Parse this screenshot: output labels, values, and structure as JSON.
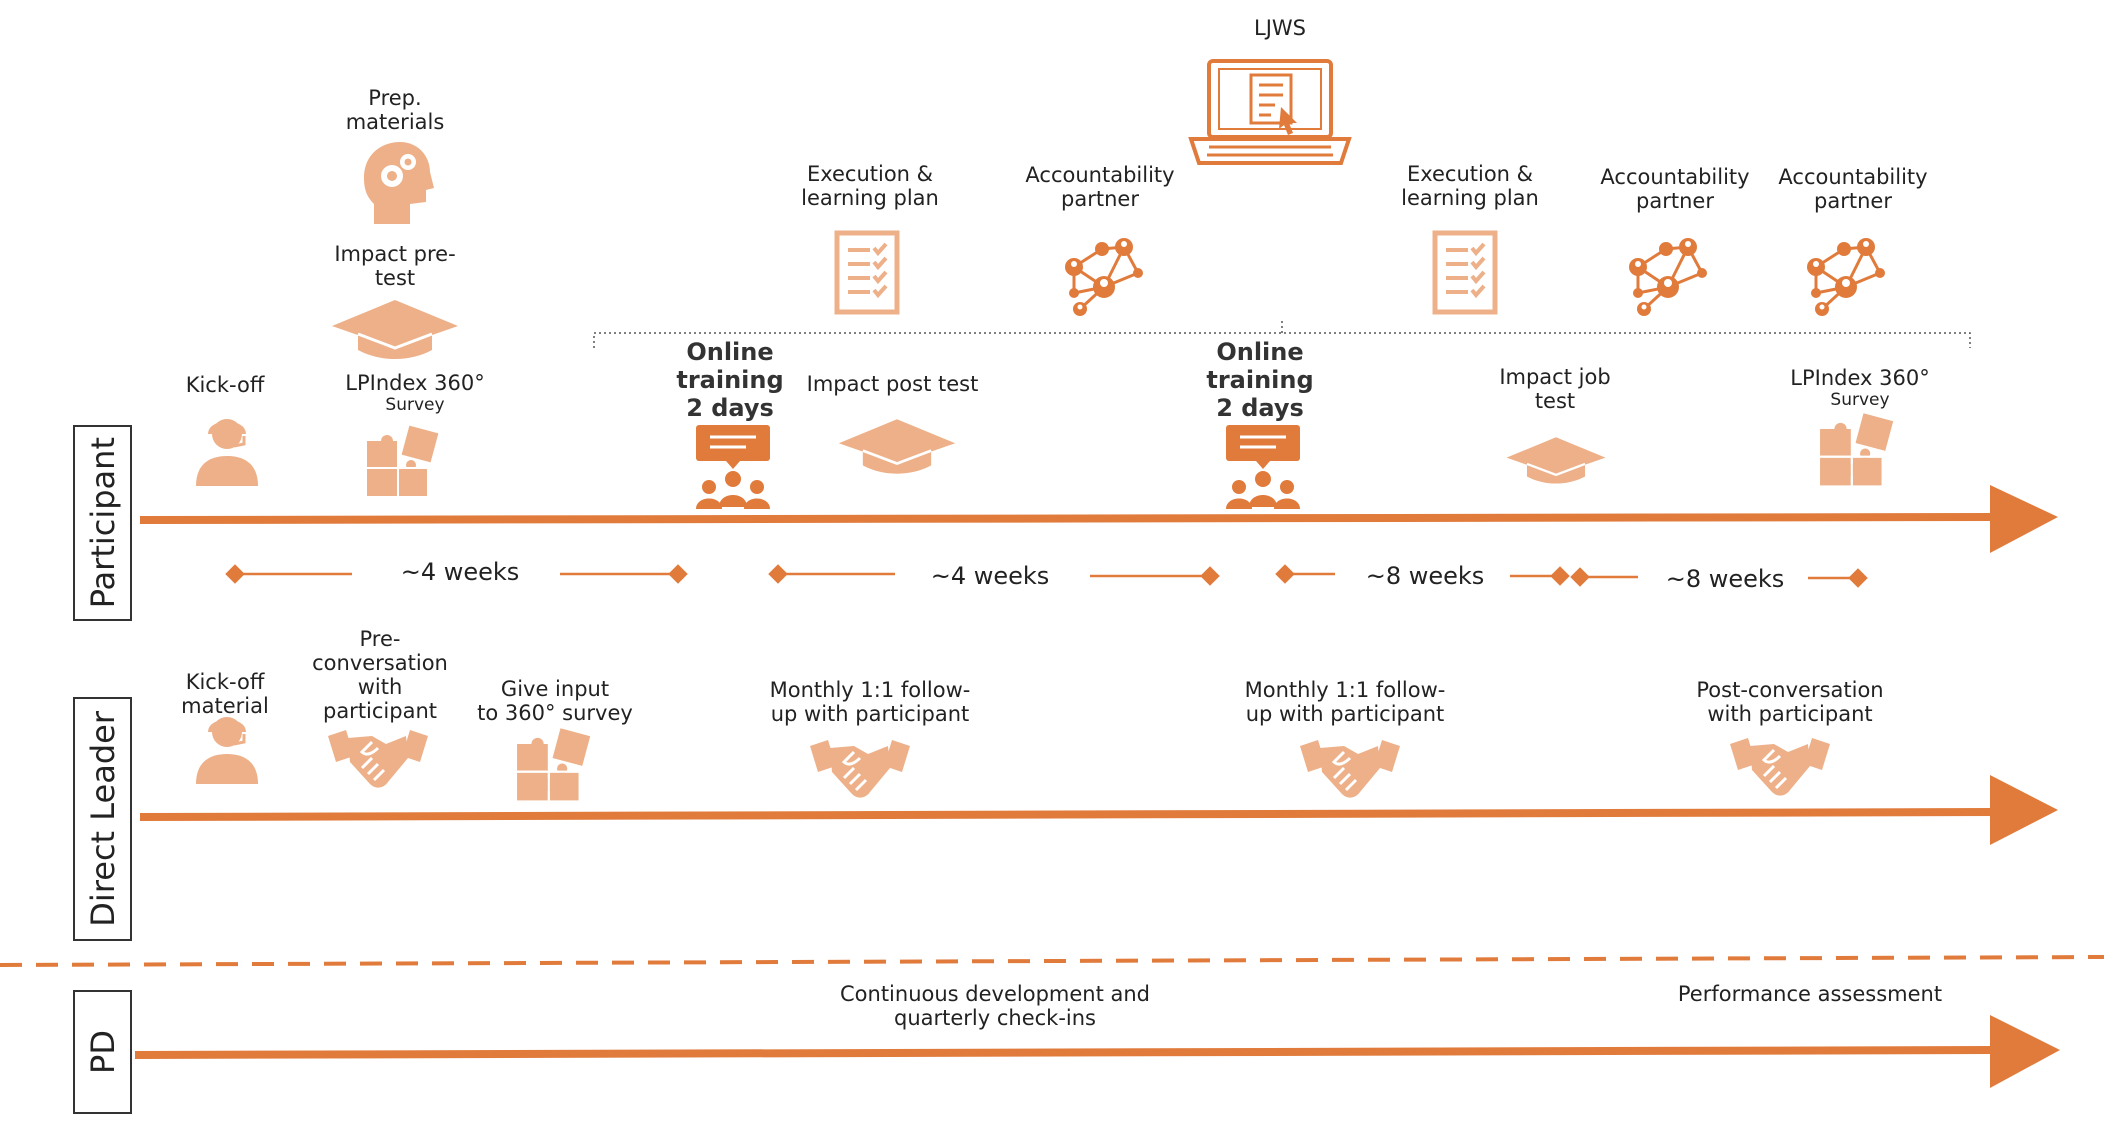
{
  "lanes": {
    "participant": "Participant",
    "leader": "Direct Leader",
    "pd": "PD"
  },
  "top": {
    "ljws": "LJWS",
    "prep": "Prep.\nmaterials",
    "impact_pretest": "Impact pre-\ntest",
    "exec_plan_1": "Execution &\nlearning plan",
    "acc_partner_1": "Accountability\npartner",
    "exec_plan_2": "Execution &\nlearning plan",
    "acc_partner_2": "Accountability\npartner",
    "acc_partner_3": "Accountability\npartner"
  },
  "participant": {
    "kickoff": "Kick-off",
    "lpindex_1": "LPIndex 360°",
    "survey_1": "Survey",
    "online_1": "Online\ntraining\n2 days",
    "impact_post": "Impact post test",
    "online_2": "Online\ntraining\n2 days",
    "impact_job": "Impact job\ntest",
    "lpindex_2": "LPIndex 360°",
    "survey_2": "Survey"
  },
  "weeks": [
    "~4 weeks",
    "~4 weeks",
    "~8 weeks",
    "~8 weeks"
  ],
  "leader": {
    "kickoff_material": "Kick-off\nmaterial",
    "pre_conversation": "Pre-\nconversation\nwith\nparticipant",
    "give_input": "Give input\nto 360° survey",
    "monthly_1": "Monthly 1:1 follow-\nup with participant",
    "monthly_2": "Monthly 1:1 follow-\nup with participant",
    "post_conversation": "Post-conversation\nwith participant"
  },
  "pd": {
    "continuous": "Continuous development and\nquarterly check-ins",
    "performance": "Performance assessment"
  },
  "colors": {
    "accent": "#E07B3C",
    "icon": "#EDB088",
    "text": "#222222"
  }
}
